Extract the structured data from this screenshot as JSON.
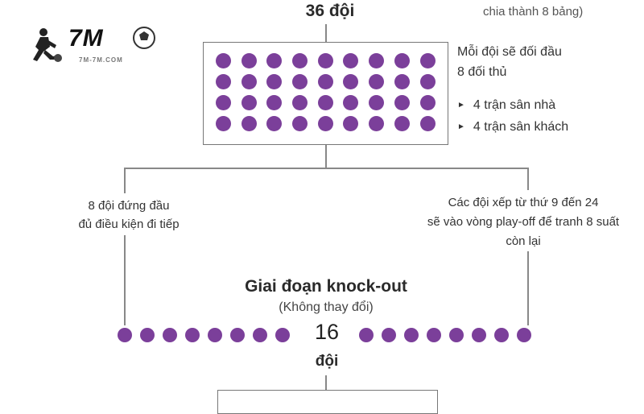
{
  "logo": {
    "text": "7M",
    "subtext": "7M-7M.COM"
  },
  "top": {
    "title": "36 đội",
    "note": "chia thành 8 bảng)"
  },
  "league_phase": {
    "team_dots": 36,
    "description": [
      "Mỗi đội sẽ đối đầu",
      "8 đối thủ"
    ],
    "matches": [
      "4 trận sân nhà",
      "4 trận sân khách"
    ]
  },
  "branches": {
    "left": [
      "8 đội đứng đầu",
      "đủ điều kiện đi tiếp"
    ],
    "right": [
      "Các đội xếp từ thứ 9 đến 24",
      "sẽ vào vòng play-off để tranh 8 suất",
      "còn lại"
    ]
  },
  "knockout": {
    "title": "Giai đoạn knock-out",
    "subtitle": "(Không thay đổi)",
    "number": "16",
    "unit": "đội",
    "left_dots": 8,
    "right_dots": 8
  },
  "colors": {
    "dot": "#7b3f9a",
    "line": "#888888"
  }
}
